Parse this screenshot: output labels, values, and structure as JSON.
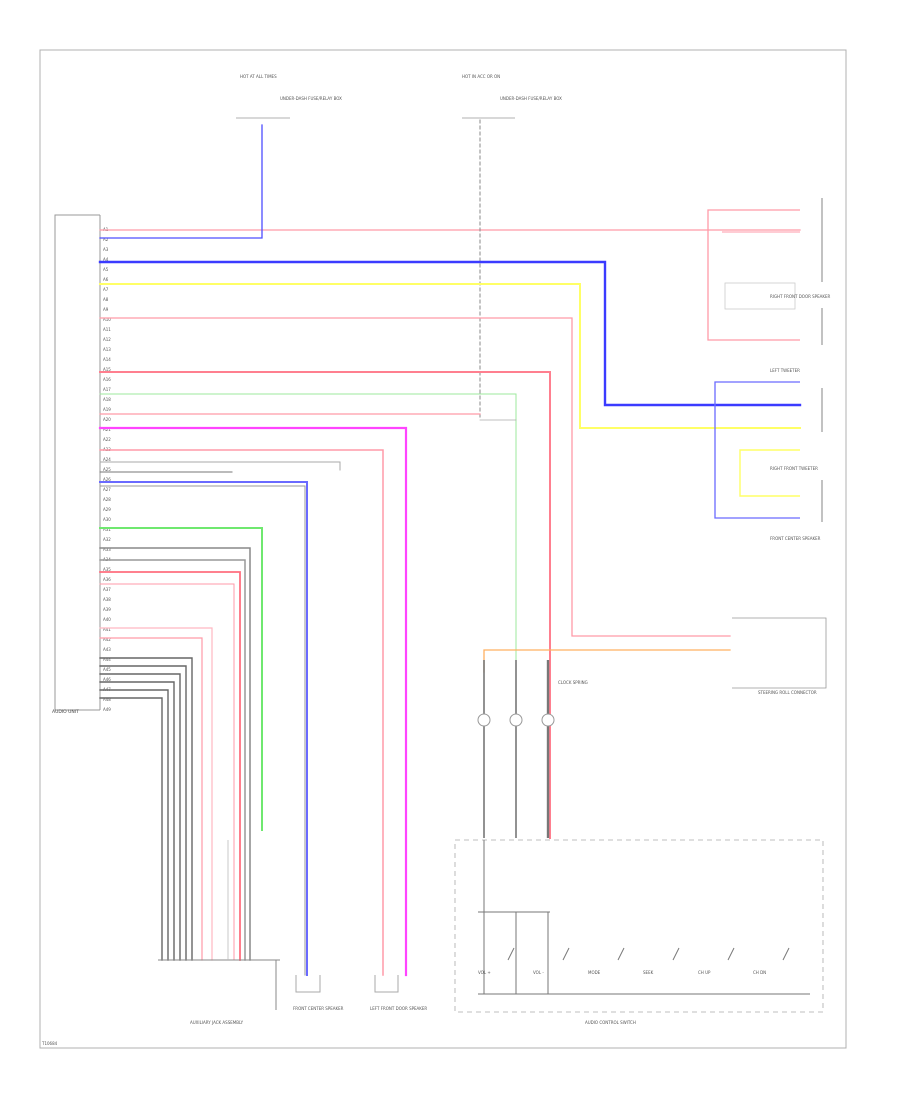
{
  "diagram": {
    "footer_code": "T10684",
    "unit_labels": {
      "audio_unit": "AUDIO UNIT",
      "front_center_speaker": "FRONT CENTER SPEAKER",
      "right_front_door_speaker": "RIGHT FRONT DOOR SPEAKER",
      "left_front_door_speaker": "LEFT FRONT DOOR SPEAKER",
      "left_tweeter": "LEFT TWEETER",
      "right_front_tweeter": "RIGHT FRONT TWEETER",
      "front_center_speaker_2": "FRONT CENTER SPEAKER",
      "steering_switch": "STEERING ROLL CONNECTOR",
      "audio_control_switch": "AUDIO CONTROL SWITCH",
      "auxiliary_jack": "AUXILIARY JACK ASSEMBLY",
      "hot_at_all_times": "HOT AT ALL TIMES",
      "hot_in_acc": "HOT IN ACC OR ON",
      "fuse_block_left": "UNDER-DASH FUSE/RELAY BOX",
      "fuse_block_right": "UNDER-DASH FUSE/RELAY BOX",
      "clock_spring": "CLOCK SPRING"
    },
    "switch_labels": [
      "VOL +",
      "VOL -",
      "MODE",
      "SEEK",
      "CH UP",
      "CH DN"
    ],
    "pin_labels": [
      "A1",
      "A2",
      "A3",
      "A4",
      "A5",
      "A6",
      "A7",
      "A8",
      "A9",
      "A10",
      "A11",
      "A12",
      "A13",
      "A14",
      "A15",
      "A16",
      "A17",
      "A18",
      "A19",
      "A20",
      "A21",
      "A22",
      "A23",
      "A24",
      "A25",
      "A26",
      "A27",
      "A28",
      "A29",
      "A30",
      "A31",
      "A32",
      "A33",
      "A34",
      "A35",
      "A36",
      "A37",
      "A38",
      "A39",
      "A40",
      "A41",
      "A42",
      "A43",
      "A44",
      "A45",
      "A46",
      "A47",
      "A48",
      "A49"
    ],
    "colors": {
      "red": "#ff9aa8",
      "blue": "#3b3bff",
      "yellow": "#ffff66",
      "green": "#6fe86f",
      "magenta": "#ff44ff",
      "gray": "#9a9a9a",
      "orange": "#ffb060",
      "dark": "#555555",
      "light_blue": "#9a9aff",
      "light_red": "#ffb8c2"
    }
  }
}
